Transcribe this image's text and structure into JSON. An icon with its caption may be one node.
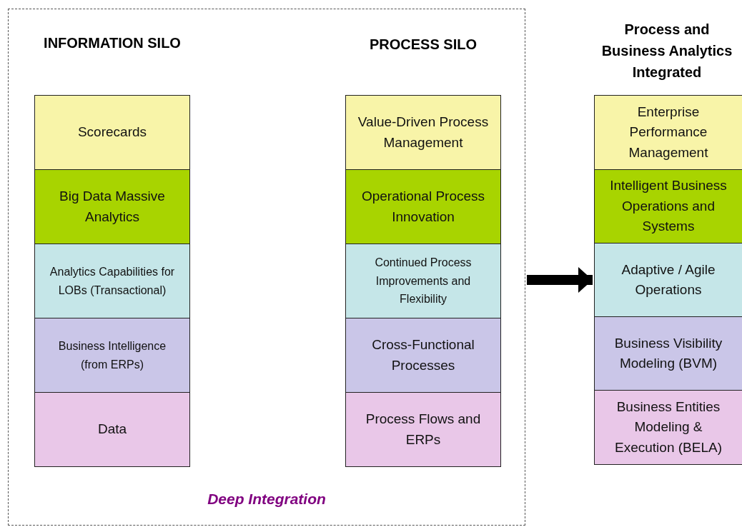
{
  "diagram": {
    "nodes": [
      {
        "text": [
          "Deep Integration"
        ]
      },
      {
        "text": [
          "Scorecards"
        ],
        "in": 0
      },
      {
        "text": [
          "Big Data Massive Analytics"
        ],
        "in": 0
      },
      {
        "text": [
          "Analytics Capabilities for LOBs (Transactional)"
        ],
        "in": 0
      },
      {
        "text": [
          "Business Intelligence (from ERPs)"
        ],
        "in": 0
      },
      {
        "text": [
          "Data"
        ],
        "in": 0
      },
      {
        "text": [
          "Value-Driven Process Management"
        ],
        "in": 0
      },
      {
        "text": [
          "Operational Process Innovation"
        ],
        "in": 0
      },
      {
        "text": [
          "Continued Process Improvements and Flexibility"
        ],
        "in": 0
      },
      {
        "text": [
          "Cross-Functional Processes"
        ],
        "in": 0
      },
      {
        "text": [
          "Process Flows and ERPs"
        ],
        "in": 0
      },
      {
        "text": [
          "Enterprise Performance Management"
        ]
      },
      {
        "text": [
          "Intelligent Business Operations and Systems"
        ]
      },
      {
        "text": [
          "Adaptive / Agile Operations"
        ]
      },
      {
        "text": [
          "Business Visibility Modeling (BVM)"
        ]
      },
      {
        "text": [
          "Business Entities Modeling & Execution (BELA)"
        ]
      }
    ],
    "edges": [
      {
        "from": 0,
        "to": 13,
        "arrow": "to"
      }
    ],
    "labels": [
      "INFORMATION SILO",
      "PROCESS SILO",
      "Process and Business Analytics Integrated"
    ]
  }
}
